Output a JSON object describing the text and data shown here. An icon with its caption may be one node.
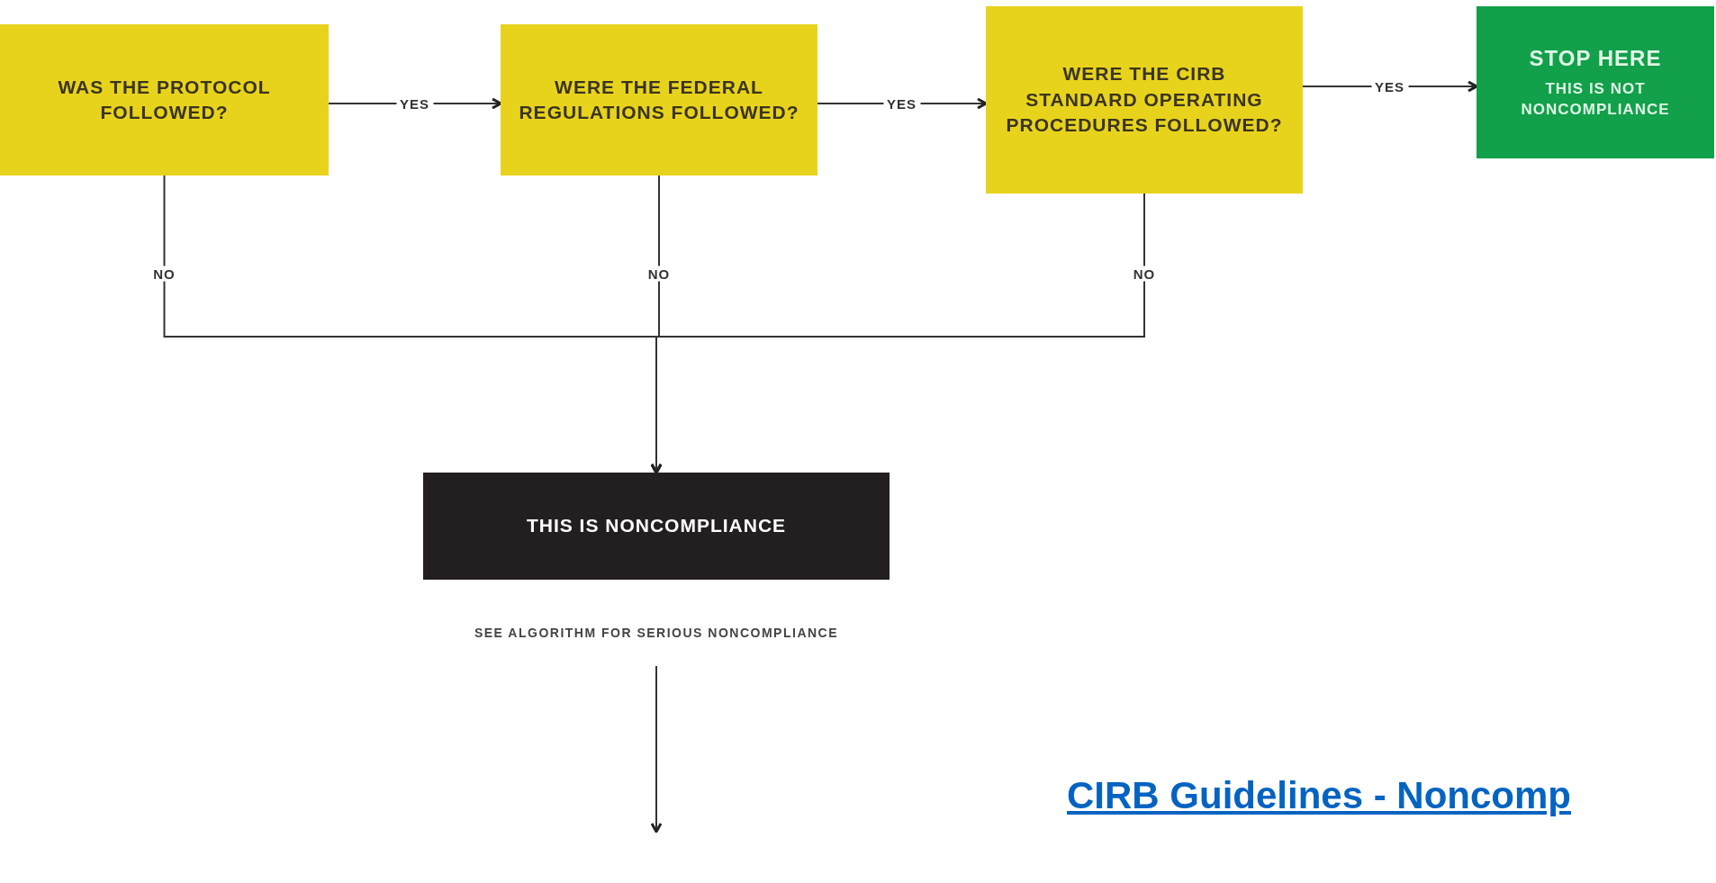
{
  "diagram": {
    "nodes": [
      {
        "text": [
          "WAS THE PROTOCOL FOLLOWED?"
        ]
      },
      {
        "text": [
          "WERE THE FEDERAL REGULATIONS FOLLOWED?"
        ]
      },
      {
        "text": [
          "WERE THE CIRB STANDARD OPERATING PROCEDURES FOLLOWED?"
        ]
      },
      {
        "text": [
          "STOP HERE",
          "THIS IS NOT NONCOMPLIANCE"
        ]
      },
      {
        "text": [
          "THIS IS NONCOMPLIANCE"
        ],
        "beside": [
          "SEE ALGORITHM FOR SERIOUS NONCOMPLIANCE"
        ]
      }
    ],
    "edges": [
      {
        "from": 0,
        "to": 1,
        "arrow": "to",
        "label": "YES"
      },
      {
        "from": 1,
        "to": 2,
        "arrow": "to",
        "label": "YES"
      },
      {
        "from": 2,
        "to": 3,
        "arrow": "to",
        "label": "YES"
      },
      {
        "from": 0,
        "to": 4,
        "arrow": "to",
        "label": "NO"
      },
      {
        "from": 1,
        "to": 4,
        "arrow": "to",
        "label": "NO"
      },
      {
        "from": 2,
        "to": 4,
        "arrow": "to",
        "label": "NO"
      },
      {
        "from": 4,
        "to": null,
        "arrow": "to"
      }
    ],
    "labels": [
      "CIRB Guidelines - Noncomp"
    ]
  }
}
